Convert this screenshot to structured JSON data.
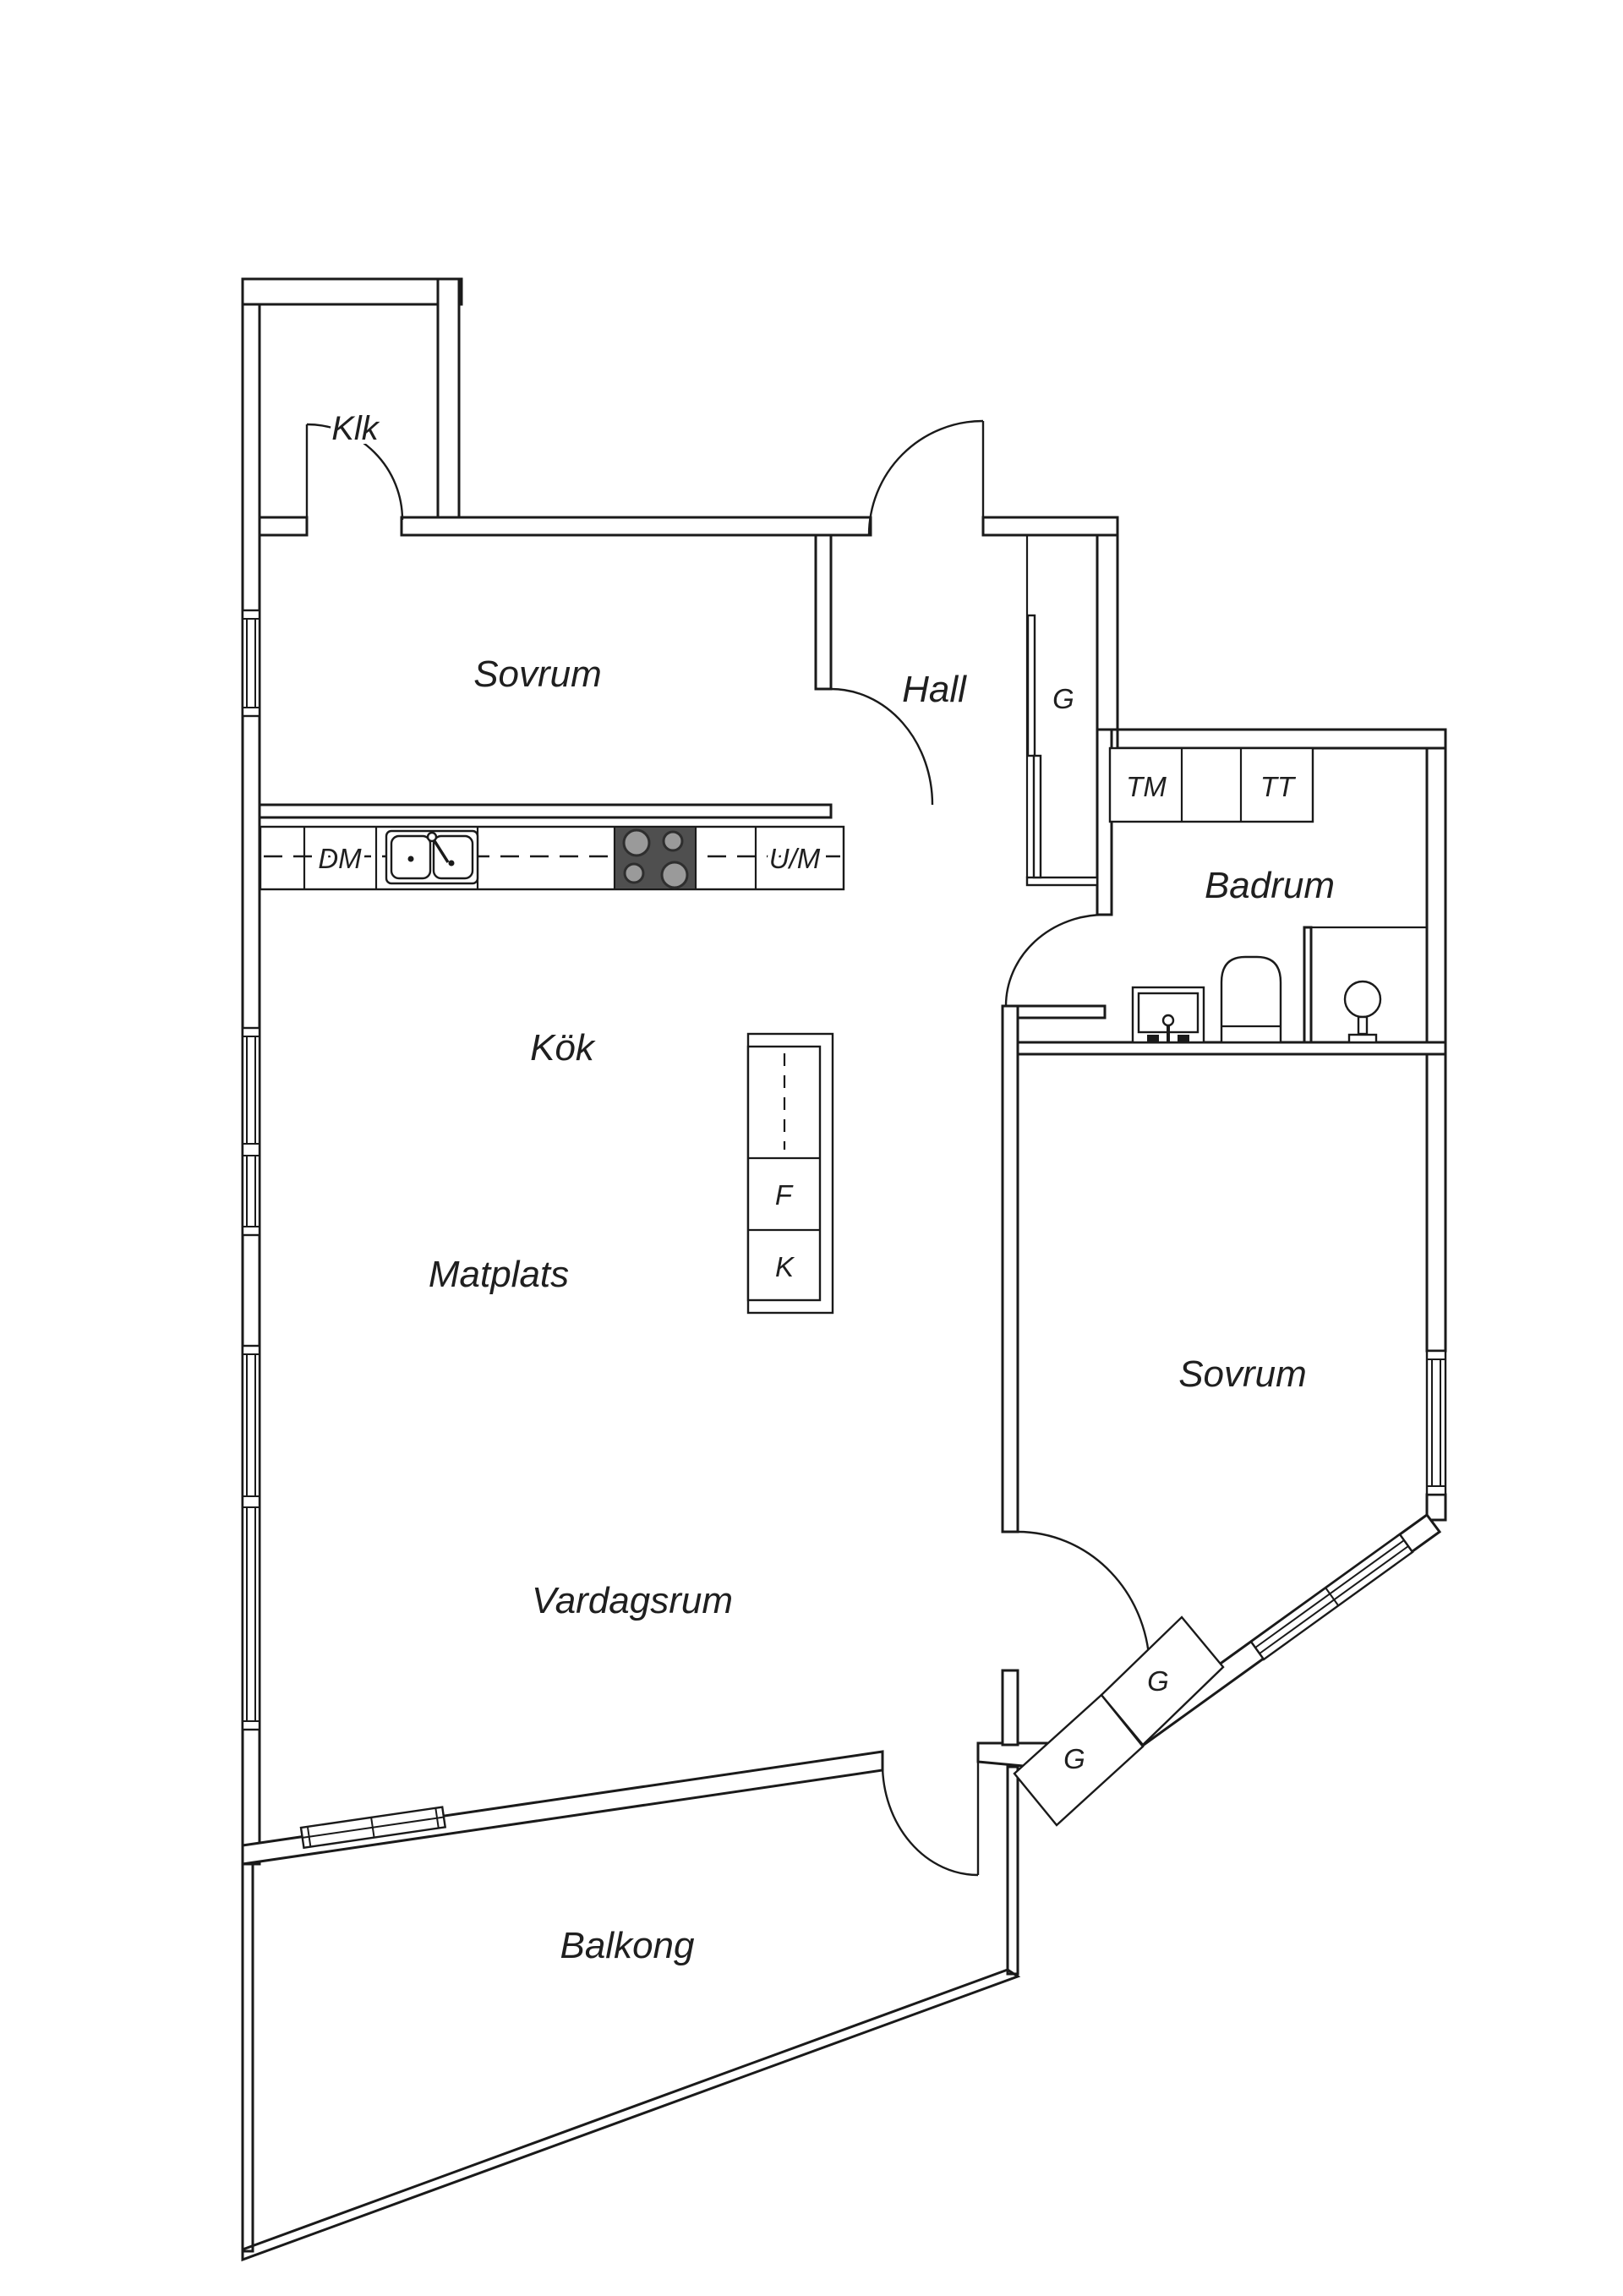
{
  "labels": {
    "klk": "Klk",
    "sovrum_top": "Sovrum",
    "hall": "Hall",
    "g_hall": "G",
    "tm": "TM",
    "tt": "TT",
    "badrum": "Badrum",
    "dm": "DM",
    "um": "U/M",
    "kok": "Kök",
    "f": "F",
    "k": "K",
    "matplats": "Matplats",
    "sovrum_right": "Sovrum",
    "vardagsrum": "Vardagsrum",
    "g_wardrobe_1": "G",
    "g_wardrobe_2": "G",
    "balkong": "Balkong"
  },
  "colors": {
    "line": "#1a1a1a",
    "background": "#ffffff",
    "stove_top": "#4f4f4f",
    "burner": "#9a9a9a",
    "burner_ring": "#2e2e2e"
  }
}
